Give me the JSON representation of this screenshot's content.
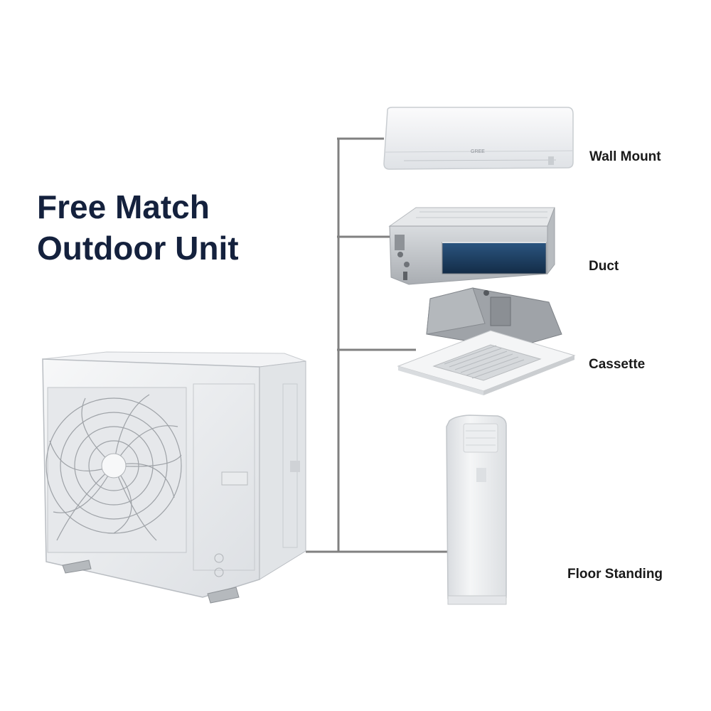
{
  "title": {
    "line1": "Free Match",
    "line2": "Outdoor Unit"
  },
  "units": [
    {
      "label": "Wall Mount"
    },
    {
      "label": "Duct"
    },
    {
      "label": "Cassette"
    },
    {
      "label": "Floor Standing"
    }
  ],
  "wall_mount_brand": "GREE",
  "colors": {
    "title": "#14213d",
    "pipe": "#808080",
    "unit_body": "#eef0f2",
    "duct_opening": "#1c3f63"
  }
}
